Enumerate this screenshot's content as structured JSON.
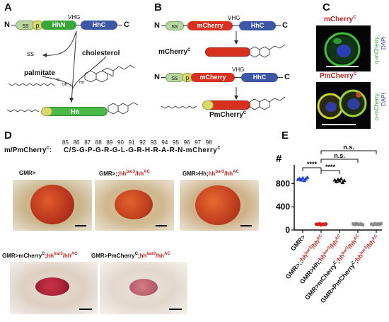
{
  "panels": {
    "a": "A",
    "b": "B",
    "c": "C",
    "d": "D",
    "e": "E"
  },
  "panel_a": {
    "n_term": "N",
    "c_term": "C",
    "ss": "ss",
    "p": "p",
    "hhn": "HhN",
    "vhg": "VHG",
    "hhc": "HhC",
    "ss_released": "ss",
    "cholesterol": "cholesterol",
    "palmitate": "palmitate",
    "hh": "Hh"
  },
  "panel_b": {
    "n_term": "N",
    "c_term": "C",
    "ss": "ss",
    "mcherry": "mCherry",
    "vhg": "VHG",
    "hhc": "HhC",
    "product1": "mCherry",
    "product1_sup": "C",
    "n_term2": "N",
    "c_term2": "C",
    "ss2": "ss",
    "p2": "p",
    "mcherry2": "mCherry",
    "vhg2": "VHG",
    "hhc2": "HhC",
    "product2": "PmCherry",
    "product2_sup": "C"
  },
  "panel_c": {
    "top_title": "mCherry",
    "top_title_sup": "C",
    "bottom_title": "PmCherry",
    "bottom_title_sup": "C",
    "side_label_1": "α-mCherry",
    "side_label_2": "DAPI"
  },
  "panel_d": {
    "seq_prefix": "m/PmCherry",
    "seq_prefix_sup": "C",
    "seq_colon": ":",
    "numbers": [
      "85",
      "86",
      "87",
      "88",
      "89",
      "90",
      "91",
      "92",
      "93",
      "94",
      "95",
      "96",
      "97",
      "98"
    ],
    "sequence": "C/S-G-P-G-R-G-L-G-R-H-R-A-R-N-mCherry",
    "sequence_sup": "C",
    "photos": [
      {
        "label_black": "GMR>",
        "label_red": "",
        "label_red_sup": ""
      },
      {
        "label_black": "GMR>;;",
        "label_red": "hh",
        "label_red_sup": "bar3",
        "label_red2": "/hh",
        "label_red2_sup": "AC"
      },
      {
        "label_black": "GMR>Hh;",
        "label_red": "hh",
        "label_red_sup": "bar3",
        "label_red2": "/hh",
        "label_red2_sup": "AC"
      },
      {
        "label_black": "GMR>mCherry",
        "label_black_sup": "C",
        "label_black2": ";",
        "label_red": "hh",
        "label_red_sup": "bar3",
        "label_red2": "/hh",
        "label_red2_sup": "AC"
      },
      {
        "label_black": "GMR>PmCherry",
        "label_black_sup": "C",
        "label_black2": ";",
        "label_red": "hh",
        "label_red_sup": "bar3",
        "label_red2": "/hh",
        "label_red2_sup": "AC"
      }
    ]
  },
  "colors": {
    "ss_green": "#b7d6a2",
    "p_yellow": "#d6d86b",
    "hhn_green": "#3aa638",
    "hhc_blue": "#3c57a6",
    "mcherry_red": "#d8301f",
    "hh_green": "#4db84a",
    "sig_red": "#c8251f"
  },
  "chart_data": {
    "type": "scatter",
    "title": "",
    "ylabel": "#",
    "ylim": [
      0,
      1000
    ],
    "yticks": [
      0,
      400,
      800
    ],
    "yticks_labels": [
      "0",
      "400",
      "800"
    ],
    "categories": [
      "GMR>",
      "GMR>;;hh bar3/hh AC",
      "GMR>Hh;hh bar3/hh AC",
      "GMR>mCherry C;hh bar3/hh AC",
      "GMR>PmCherry C;hh bar3/hh AC"
    ],
    "series": [
      {
        "color": "#2240d8",
        "values": [
          870,
          885,
          860,
          895,
          850,
          880,
          905
        ]
      },
      {
        "color": "#d82020",
        "values": [
          100,
          95,
          105,
          90,
          100,
          98,
          102
        ]
      },
      {
        "color": "#111111",
        "values": [
          860,
          830,
          870,
          845,
          880,
          815,
          850
        ]
      },
      {
        "color": "#8a8a8a",
        "values": [
          105,
          95,
          110,
          100,
          98,
          102,
          90
        ]
      },
      {
        "color": "#8a8a8a",
        "values": [
          100,
          92,
          106,
          98,
          104,
          96,
          110
        ]
      }
    ],
    "significance": [
      {
        "from": 0,
        "to": 1,
        "label": "****"
      },
      {
        "from": 1,
        "to": 2,
        "label": "****"
      },
      {
        "from": 1,
        "to": 3,
        "label": "n.s."
      },
      {
        "from": 1,
        "to": 4,
        "label": "n.s."
      }
    ],
    "x_labels": [
      {
        "black": "GMR>",
        "red": "",
        "red_sup": ""
      },
      {
        "black": "GMR>;;",
        "red": "hh",
        "red_sup": "bar3",
        "red2": "/hh",
        "red2_sup": "AC"
      },
      {
        "black": "GMR>Hh;",
        "red": "hh",
        "red_sup": "bar3",
        "red2": "/hh",
        "red2_sup": "AC"
      },
      {
        "black": "GMR>mCherry",
        "black_sup": "C",
        "black2": ";",
        "red": "hh",
        "red_sup": "bar3",
        "red2": "/hh",
        "red2_sup": "AC"
      },
      {
        "black": "GMR>PmCherry",
        "black_sup": "C",
        "black2": ";",
        "red": "hh",
        "red_sup": "bar3",
        "red2": "/hh",
        "red2_sup": "AC"
      }
    ]
  }
}
